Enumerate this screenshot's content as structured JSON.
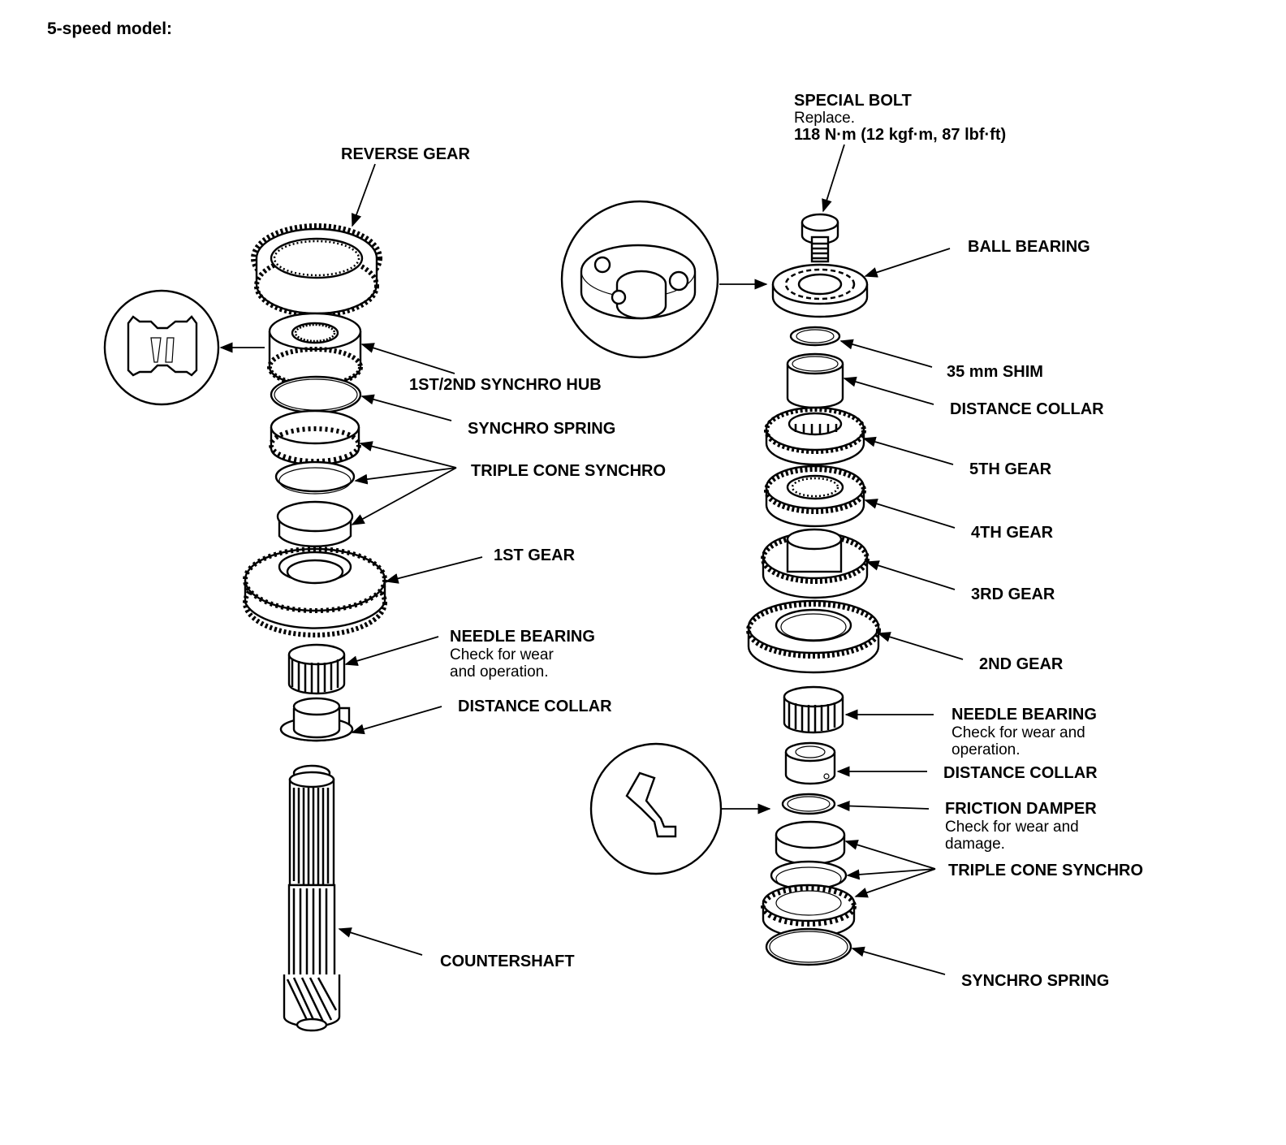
{
  "header": "5-speed model:",
  "left_column": {
    "reverse_gear": "REVERSE GEAR",
    "synchro_hub": "1ST/2ND SYNCHRO HUB",
    "synchro_spring": "SYNCHRO SPRING",
    "triple_cone_synchro": "TRIPLE CONE SYNCHRO",
    "first_gear": "1ST GEAR",
    "needle_bearing": "NEEDLE BEARING",
    "needle_bearing_note_1": "Check for wear",
    "needle_bearing_note_2": "and operation.",
    "distance_collar": "DISTANCE COLLAR",
    "countershaft": "COUNTERSHAFT"
  },
  "right_column": {
    "special_bolt": "SPECIAL BOLT",
    "special_bolt_note": "Replace.",
    "special_bolt_torque": "118 N·m (12 kgf·m, 87 lbf·ft)",
    "ball_bearing": "BALL BEARING",
    "shim": "35 mm SHIM",
    "distance_collar_upper": "DISTANCE COLLAR",
    "fifth_gear": "5TH GEAR",
    "fourth_gear": "4TH GEAR",
    "third_gear": "3RD GEAR",
    "second_gear": "2ND GEAR",
    "needle_bearing": "NEEDLE BEARING",
    "needle_bearing_note_1": "Check for wear and",
    "needle_bearing_note_2": "operation.",
    "distance_collar_lower": "DISTANCE COLLAR",
    "friction_damper": "FRICTION DAMPER",
    "friction_damper_note_1": "Check for wear and",
    "friction_damper_note_2": "damage.",
    "triple_cone_synchro": "TRIPLE CONE SYNCHRO",
    "synchro_spring": "SYNCHRO SPRING"
  }
}
